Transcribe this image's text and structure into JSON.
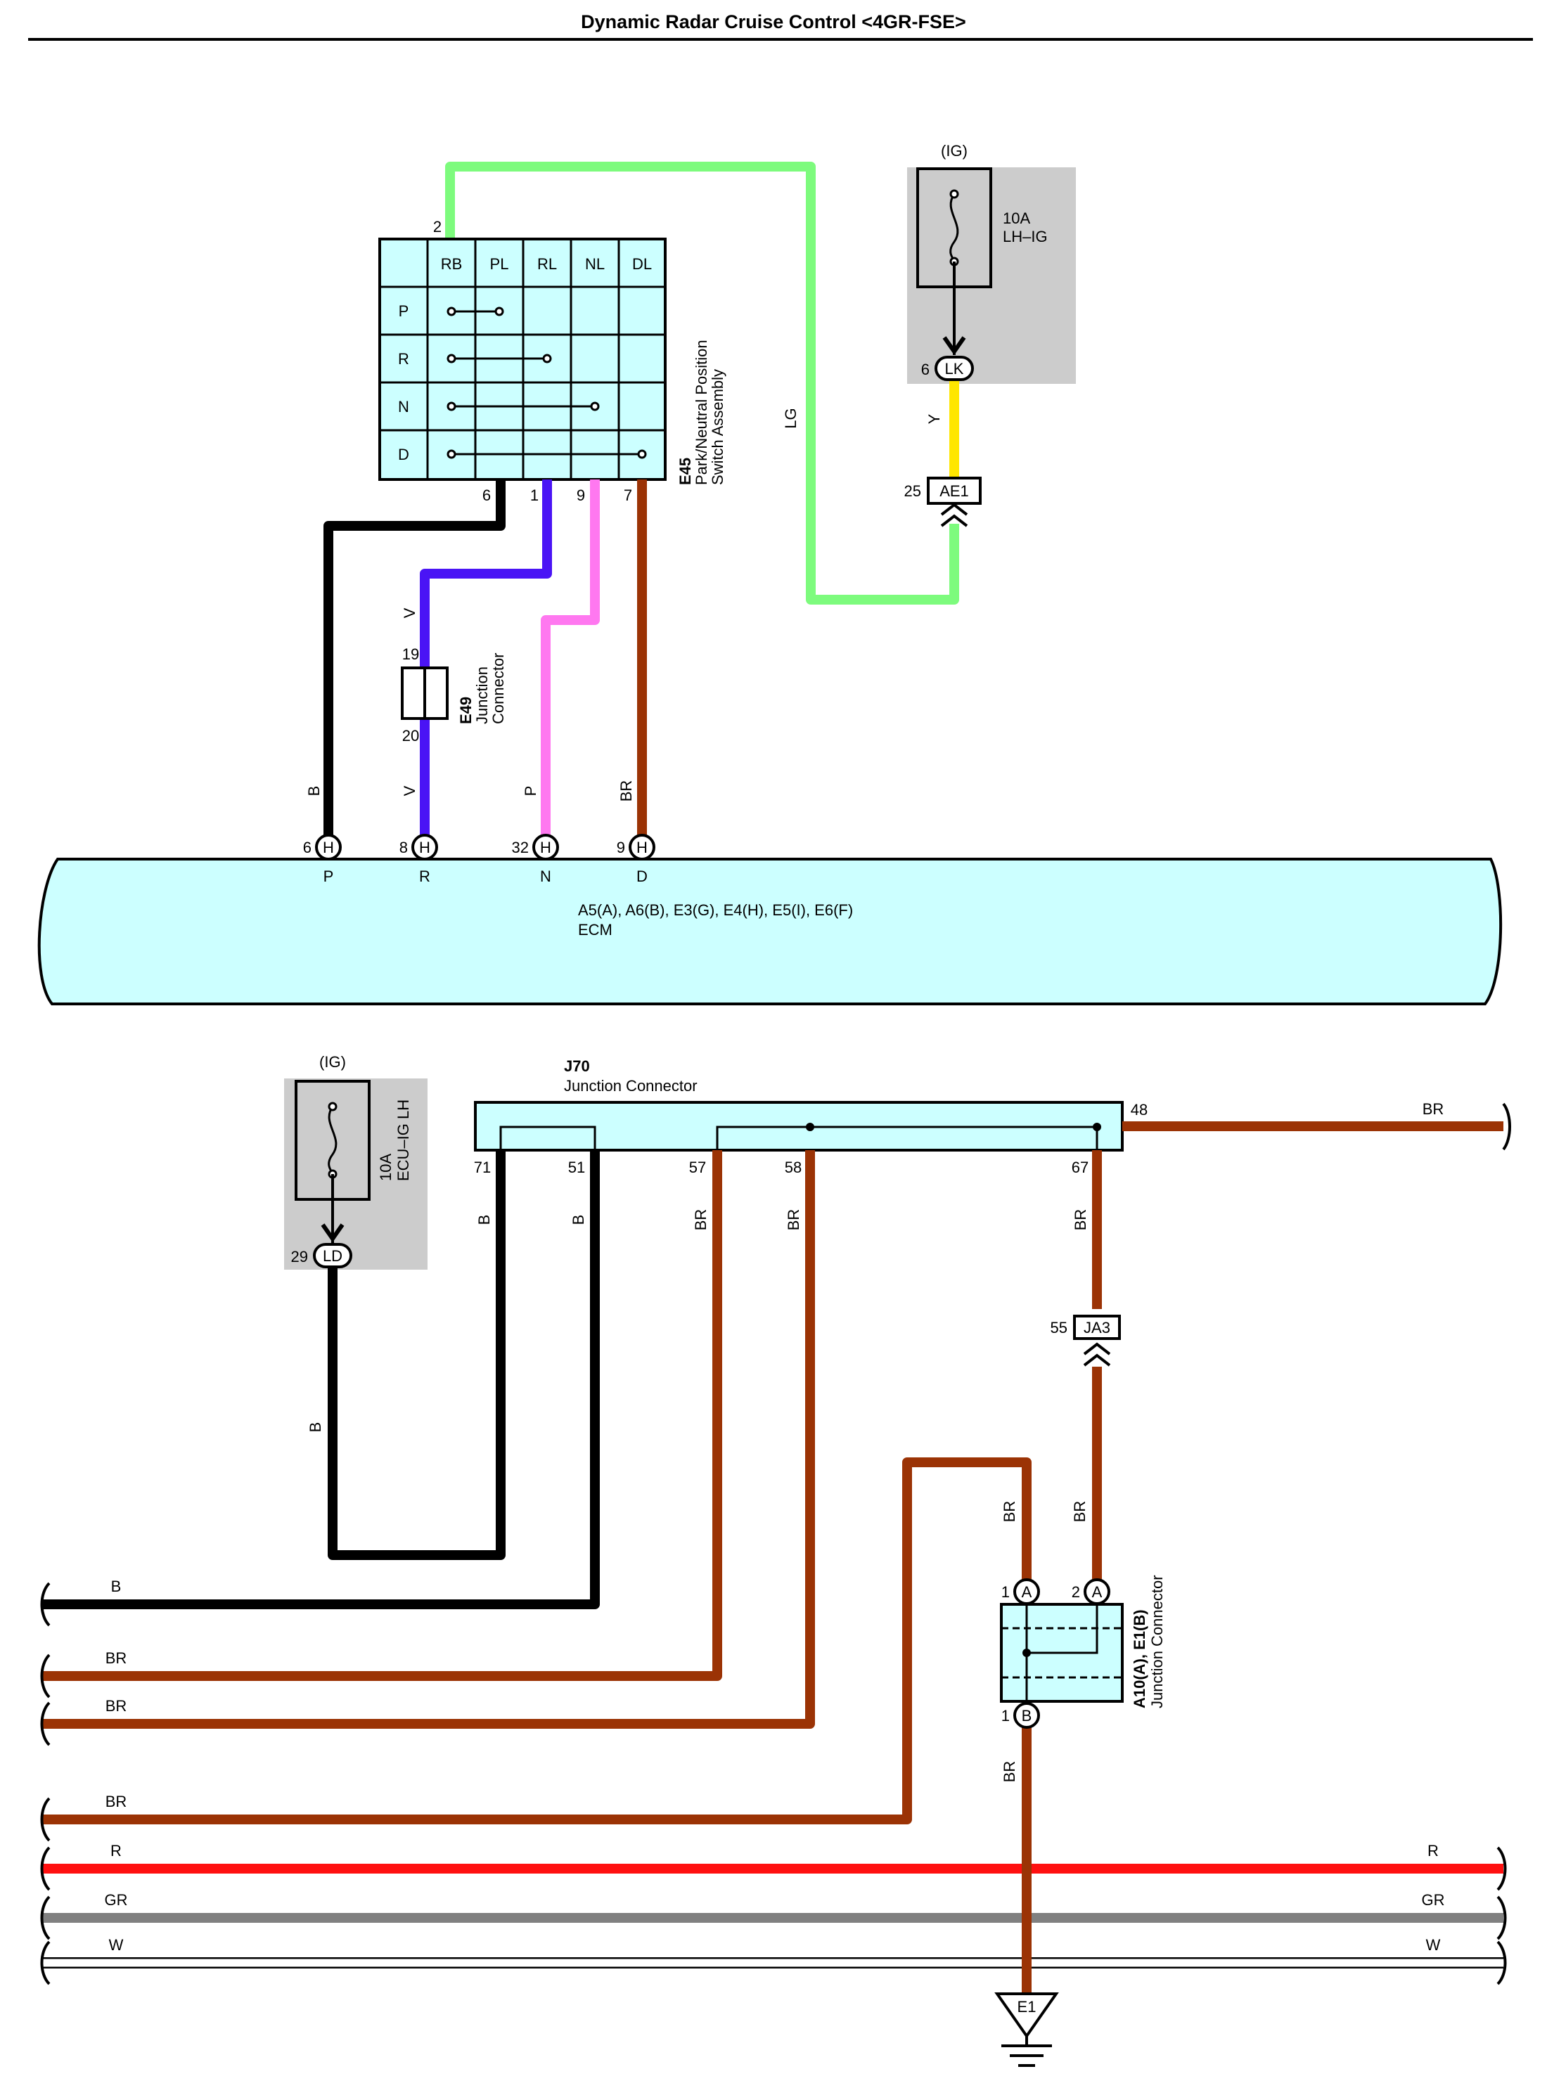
{
  "title": "Dynamic Radar Cruise Control <4GR-FSE>",
  "colors": {
    "LG": "#7dfb7d",
    "Y": "#ffe600",
    "V": "#4a14f5",
    "P": "#ff78f0",
    "BR": "#9b3305",
    "B": "#000000",
    "R": "#ff1010",
    "GR": "#808080",
    "W": "#ffffff",
    "component_fill": "#ccffff",
    "fuse_box_fill": "#cccccc"
  },
  "pnp_switch": {
    "id": "E45",
    "name_line1": "Park/Neutral Position",
    "name_line2": "Switch Assembly",
    "columns": [
      "RB",
      "PL",
      "RL",
      "NL",
      "DL"
    ],
    "rows": [
      "P",
      "R",
      "N",
      "D"
    ],
    "top_pin": "2",
    "bottom_pins": [
      "6",
      "1",
      "9",
      "7"
    ]
  },
  "fuse_top": {
    "ig_label": "(IG)",
    "rating": "10A",
    "name": "LH–IG",
    "pin": "6",
    "connector": "LK"
  },
  "ae1": {
    "pin": "25",
    "label": "AE1"
  },
  "e49": {
    "id": "E49",
    "name_line1": "Junction",
    "name_line2": "Connector",
    "pin_top": "19",
    "pin_bottom": "20"
  },
  "wire_labels": {
    "lg": "LG",
    "y": "Y",
    "v_upper": "V",
    "v_lower": "V",
    "b_ecm": "B",
    "p_ecm": "P",
    "br_ecm": "BR"
  },
  "ecm": {
    "connectors": "A5(A), A6(B), E3(G), E4(H), E5(I), E6(F)",
    "name": "ECM",
    "pins": [
      {
        "num": "6",
        "conn": "H",
        "signal": "P"
      },
      {
        "num": "8",
        "conn": "H",
        "signal": "R"
      },
      {
        "num": "32",
        "conn": "H",
        "signal": "N"
      },
      {
        "num": "9",
        "conn": "H",
        "signal": "D"
      }
    ]
  },
  "fuse_bottom": {
    "ig_label": "(IG)",
    "rating": "10A",
    "name": "ECU–IG LH",
    "pin": "29",
    "connector": "LD"
  },
  "j70": {
    "id": "J70",
    "name": "Junction Connector",
    "pins": [
      "71",
      "51",
      "57",
      "58",
      "67"
    ],
    "pin_right": "48"
  },
  "j70_wire_labels": {
    "right": "BR",
    "p71": "B",
    "p51": "B",
    "p57": "BR",
    "p58": "BR",
    "p67": "BR",
    "ld_b": "B"
  },
  "ja3": {
    "pin": "55",
    "label": "JA3"
  },
  "a10": {
    "id": "A10(A), E1(B)",
    "name": "Junction Connector",
    "pin_a1": "1",
    "conn_a1": "A",
    "pin_a2": "2",
    "conn_a2": "A",
    "pin_b1": "1",
    "conn_b1": "B",
    "br_left": "BR",
    "br_right": "BR",
    "br_bottom": "BR"
  },
  "ground": {
    "label": "E1"
  },
  "left_wires": {
    "b": "B",
    "br1": "BR",
    "br2": "BR",
    "br3": "BR",
    "r": "R",
    "gr": "GR",
    "w": "W"
  },
  "right_wires": {
    "r": "R",
    "gr": "GR",
    "w": "W"
  }
}
